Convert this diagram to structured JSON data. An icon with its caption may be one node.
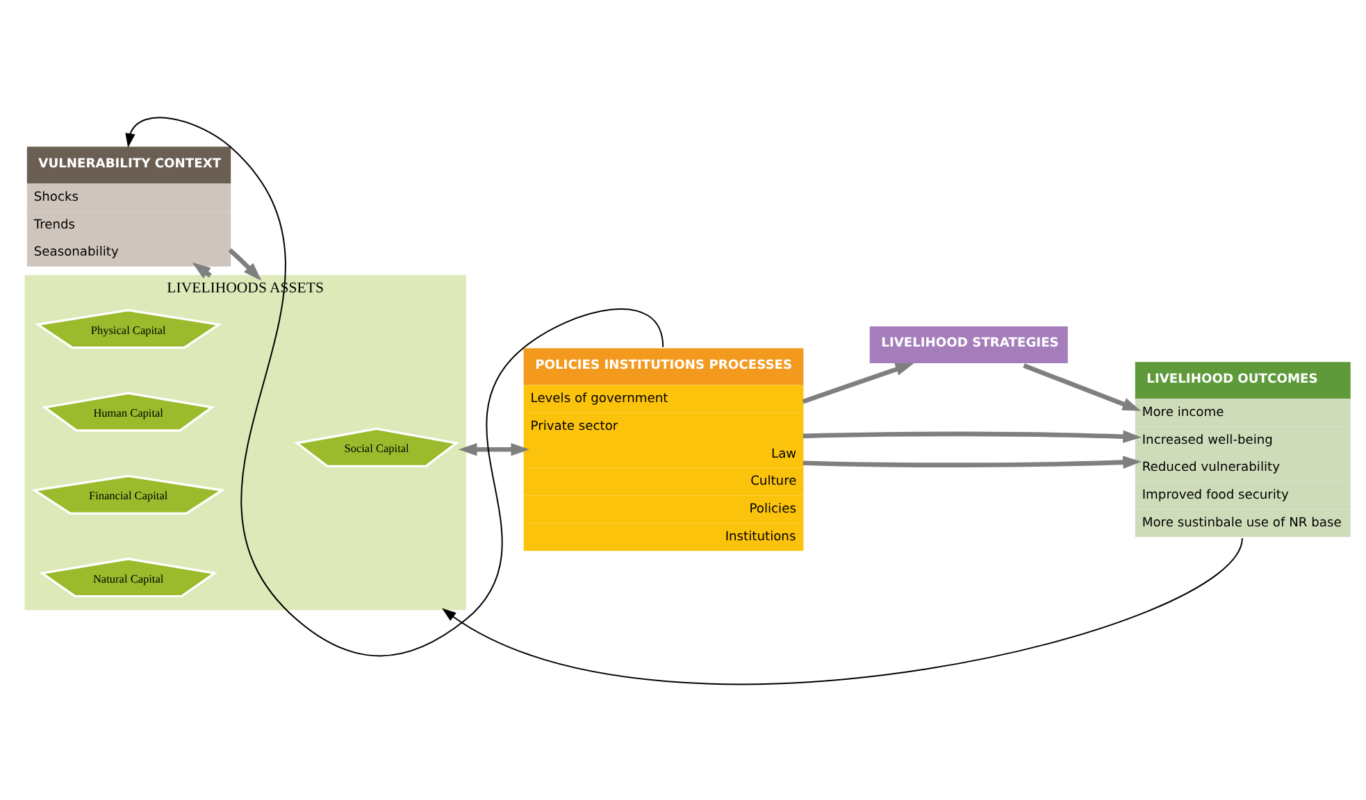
{
  "diagram": {
    "nodes": [
      {
        "text": [
          "VULNERABILITY CONTEXT",
          "Shocks",
          "Trends",
          "Seasonability"
        ]
      },
      {
        "text": [
          "LIVELIHOODS ASSETS"
        ]
      },
      {
        "text": [
          "Social Capital"
        ],
        "in": 1
      },
      {
        "text": [
          "Physical Capital"
        ],
        "in": 1
      },
      {
        "text": [
          "Human Capital"
        ],
        "in": 1
      },
      {
        "text": [
          "Financial Capital"
        ],
        "in": 1
      },
      {
        "text": [
          "Natural Capital"
        ],
        "in": 1
      },
      {
        "text": [
          "POLICIES INSTITUTIONS PROCESSES",
          "Levels of government",
          "Private sector",
          "Law",
          "Culture",
          "Policies",
          "Institutions"
        ]
      },
      {
        "text": [
          "LIVELIHOOD STRATEGIES"
        ]
      },
      {
        "text": [
          "LIVELIHOOD OUTCOMES",
          "More income",
          "Increased well-being",
          "Reduced vulnerability",
          "Improved food security",
          "More sustinbale use of NR base"
        ]
      }
    ],
    "edges": [
      {
        "from": 7,
        "to": 0,
        "arrow": "to",
        "color": "#000000"
      },
      {
        "from": 0,
        "to": 1,
        "arrow": "to"
      },
      {
        "from": 1,
        "to": 7,
        "arrow": "both"
      },
      {
        "from": 7,
        "to": 9,
        "arrow": "to"
      },
      {
        "from": 7,
        "to": 8,
        "arrow": "to"
      },
      {
        "from": 8,
        "to": 9,
        "arrow": "to"
      },
      {
        "from": 7,
        "to": 9,
        "arrow": "to"
      },
      {
        "from": 1,
        "to": 0,
        "arrow": "to"
      },
      {
        "from": 9,
        "to": 1,
        "arrow": "to",
        "color": "#000000"
      }
    ]
  }
}
